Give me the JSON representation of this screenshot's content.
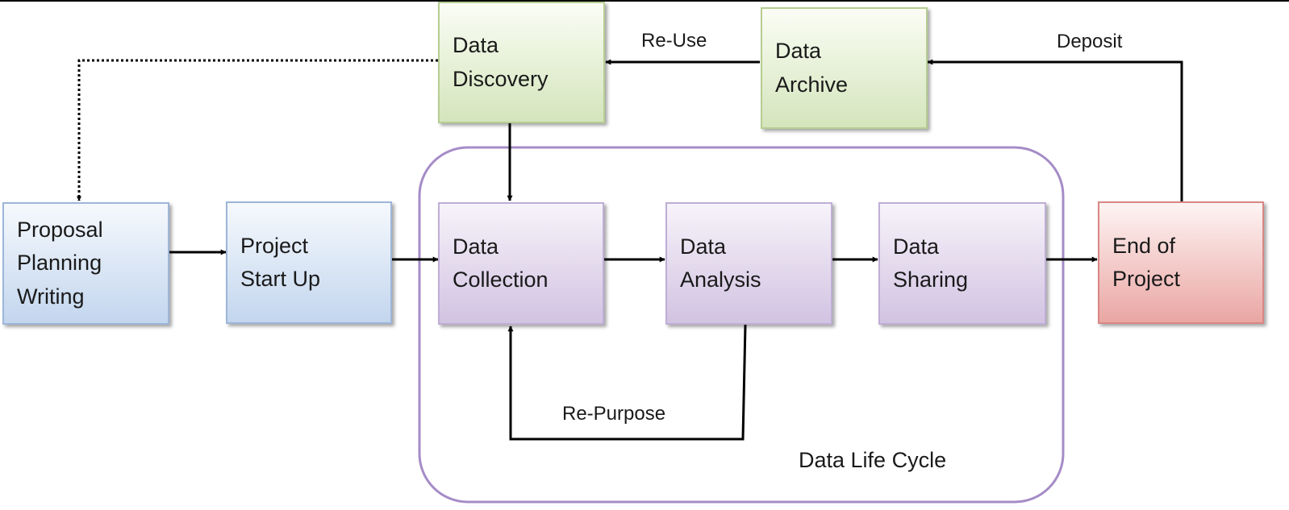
{
  "boxes": {
    "proposal": [
      "Proposal",
      "Planning",
      "Writing"
    ],
    "start_up": [
      "Project",
      "Start Up"
    ],
    "collection": [
      "Data",
      "Collection"
    ],
    "analysis": [
      "Data",
      "Analysis"
    ],
    "sharing": [
      "Data",
      "Sharing"
    ],
    "end": [
      "End of",
      "Project"
    ],
    "discovery": [
      "Data",
      "Discovery"
    ],
    "archive": [
      "Data",
      "Archive"
    ]
  },
  "edge_labels": {
    "reuse": "Re-Use",
    "deposit": "Deposit",
    "repurpose": "Re-Purpose"
  },
  "cycle_label": "Data Life Cycle",
  "colors": {
    "blue_box": "#c3d6ee",
    "purple_box": "#d2c3e2",
    "green_box": "#d4e5bc",
    "red_box": "#eaa6a3",
    "cycle_border": "#a58cc7"
  }
}
